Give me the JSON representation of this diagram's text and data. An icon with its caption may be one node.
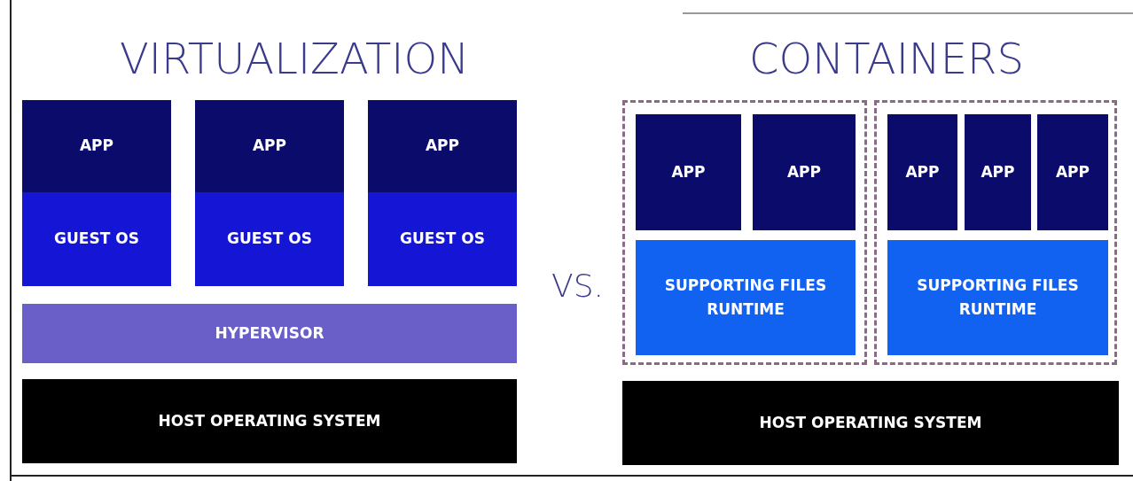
{
  "diagram": {
    "nodes": [
      {
        "text": [
          "APP"
        ]
      },
      {
        "text": [
          "GUEST OS"
        ]
      },
      {
        "text": [
          "APP"
        ]
      },
      {
        "text": [
          "GUEST OS"
        ]
      },
      {
        "text": [
          "APP"
        ]
      },
      {
        "text": [
          "GUEST OS"
        ]
      },
      {
        "text": [
          "HYPERVISOR"
        ]
      },
      {
        "text": [
          "HOST OPERATING SYSTEM"
        ]
      },
      {
        "text": [],
        "shape": "box"
      },
      {
        "text": [
          "APP"
        ],
        "in": 8
      },
      {
        "text": [
          "APP"
        ],
        "in": 8
      },
      {
        "text": [
          "SUPPORTING FILES RUNTIME"
        ],
        "in": 8
      },
      {
        "text": [],
        "shape": "box"
      },
      {
        "text": [
          "APP"
        ],
        "in": 12
      },
      {
        "text": [
          "APP"
        ],
        "in": 12
      },
      {
        "text": [
          "APP"
        ],
        "in": 12
      },
      {
        "text": [
          "SUPPORTING FILES RUNTIME"
        ],
        "in": 12
      },
      {
        "text": [
          "HOST OPERATING SYSTEM"
        ]
      }
    ],
    "edges": [],
    "labels": [
      "VIRTUALIZATION",
      "CONTAINERS",
      "VS."
    ]
  }
}
